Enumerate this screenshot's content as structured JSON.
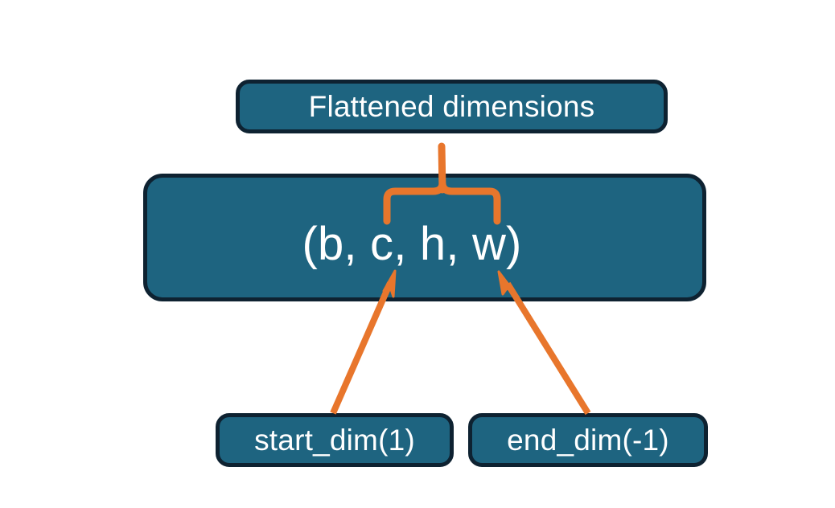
{
  "diagram": {
    "title_node": {
      "label": "Flattened dimensions",
      "name": "flattened-dimensions-node"
    },
    "shape_node": {
      "label": "(b, c, h, w)",
      "name": "tensor-shape-node"
    },
    "start_node": {
      "label": "start_dim(1)",
      "name": "start-dim-node"
    },
    "end_node": {
      "label": "end_dim(-1)",
      "name": "end-dim-node"
    },
    "connectors": {
      "brace": "curly-brace-up",
      "start_arrow": "arrow-start-dim-to-shape",
      "end_arrow": "arrow-end-dim-to-shape"
    },
    "colors": {
      "node_fill": "#1E6480",
      "node_border": "#0E2231",
      "node_text": "#FFFFFF",
      "accent_orange": "#E8762C",
      "background": "#FFFFFF"
    }
  }
}
